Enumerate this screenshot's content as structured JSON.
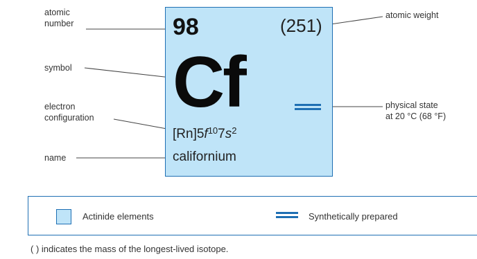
{
  "element": {
    "atomic_number": "98",
    "atomic_weight": "(251)",
    "symbol": "Cf",
    "config_core": "[Rn]5",
    "config_f": "f",
    "config_f_count": "10",
    "config_mid": "7",
    "config_s": "s",
    "config_s_count": "2",
    "name": "californium",
    "state_mark_color": "#1e6fb3"
  },
  "labels": {
    "atomic_number_line1": "atomic",
    "atomic_number_line2": "number",
    "symbol": "symbol",
    "electron_config_line1": "electron",
    "electron_config_line2": "configuration",
    "name": "name",
    "atomic_weight": "atomic weight",
    "physical_state_line1": "physical state",
    "physical_state_line2": "at 20 °C (68 °F)"
  },
  "legend": {
    "actinide_label": "Actinide elements",
    "actinide_color": "#bfe4f8",
    "synthetic_label": "Synthetically prepared",
    "border_color": "#1e6fb3"
  },
  "footnote": "( ) indicates the mass of the longest-lived isotope."
}
